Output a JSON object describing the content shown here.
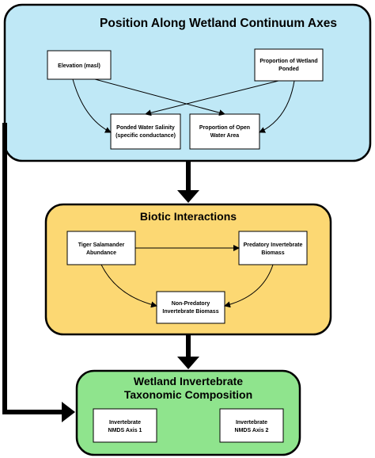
{
  "colors": {
    "panel_top": "#bfe8f6",
    "panel_middle": "#fcd873",
    "panel_bottom": "#8fe48d",
    "node_fill": "#ffffff",
    "stroke": "#000000"
  },
  "panels": {
    "top": {
      "title": "Position Along Wetland Continuum Axes",
      "nodes": {
        "elevation": "Elevation (masl)",
        "proportion_ponded": [
          "Proportion of Wetland",
          "Ponded"
        ],
        "salinity": [
          "Ponded Water Salinity",
          "(specific conductance)"
        ],
        "open_water": [
          "Proportion of Open",
          "Water Area"
        ]
      }
    },
    "middle": {
      "title": "Biotic Interactions",
      "nodes": {
        "salamander": [
          "Tiger Salamander",
          "Abundance"
        ],
        "predatory": [
          "Predatory Invertebrate",
          "Biomass"
        ],
        "non_predatory": [
          "Non-Predatory",
          "Invertebrate Biomass"
        ]
      }
    },
    "bottom": {
      "title": [
        "Wetland Invertebrate",
        "Taxonomic Composition"
      ],
      "nodes": {
        "nmds1": [
          "Invertebrate",
          "NMDS Axis 1"
        ],
        "nmds2": [
          "Invertebrate",
          "NMDS Axis 2"
        ]
      }
    }
  }
}
